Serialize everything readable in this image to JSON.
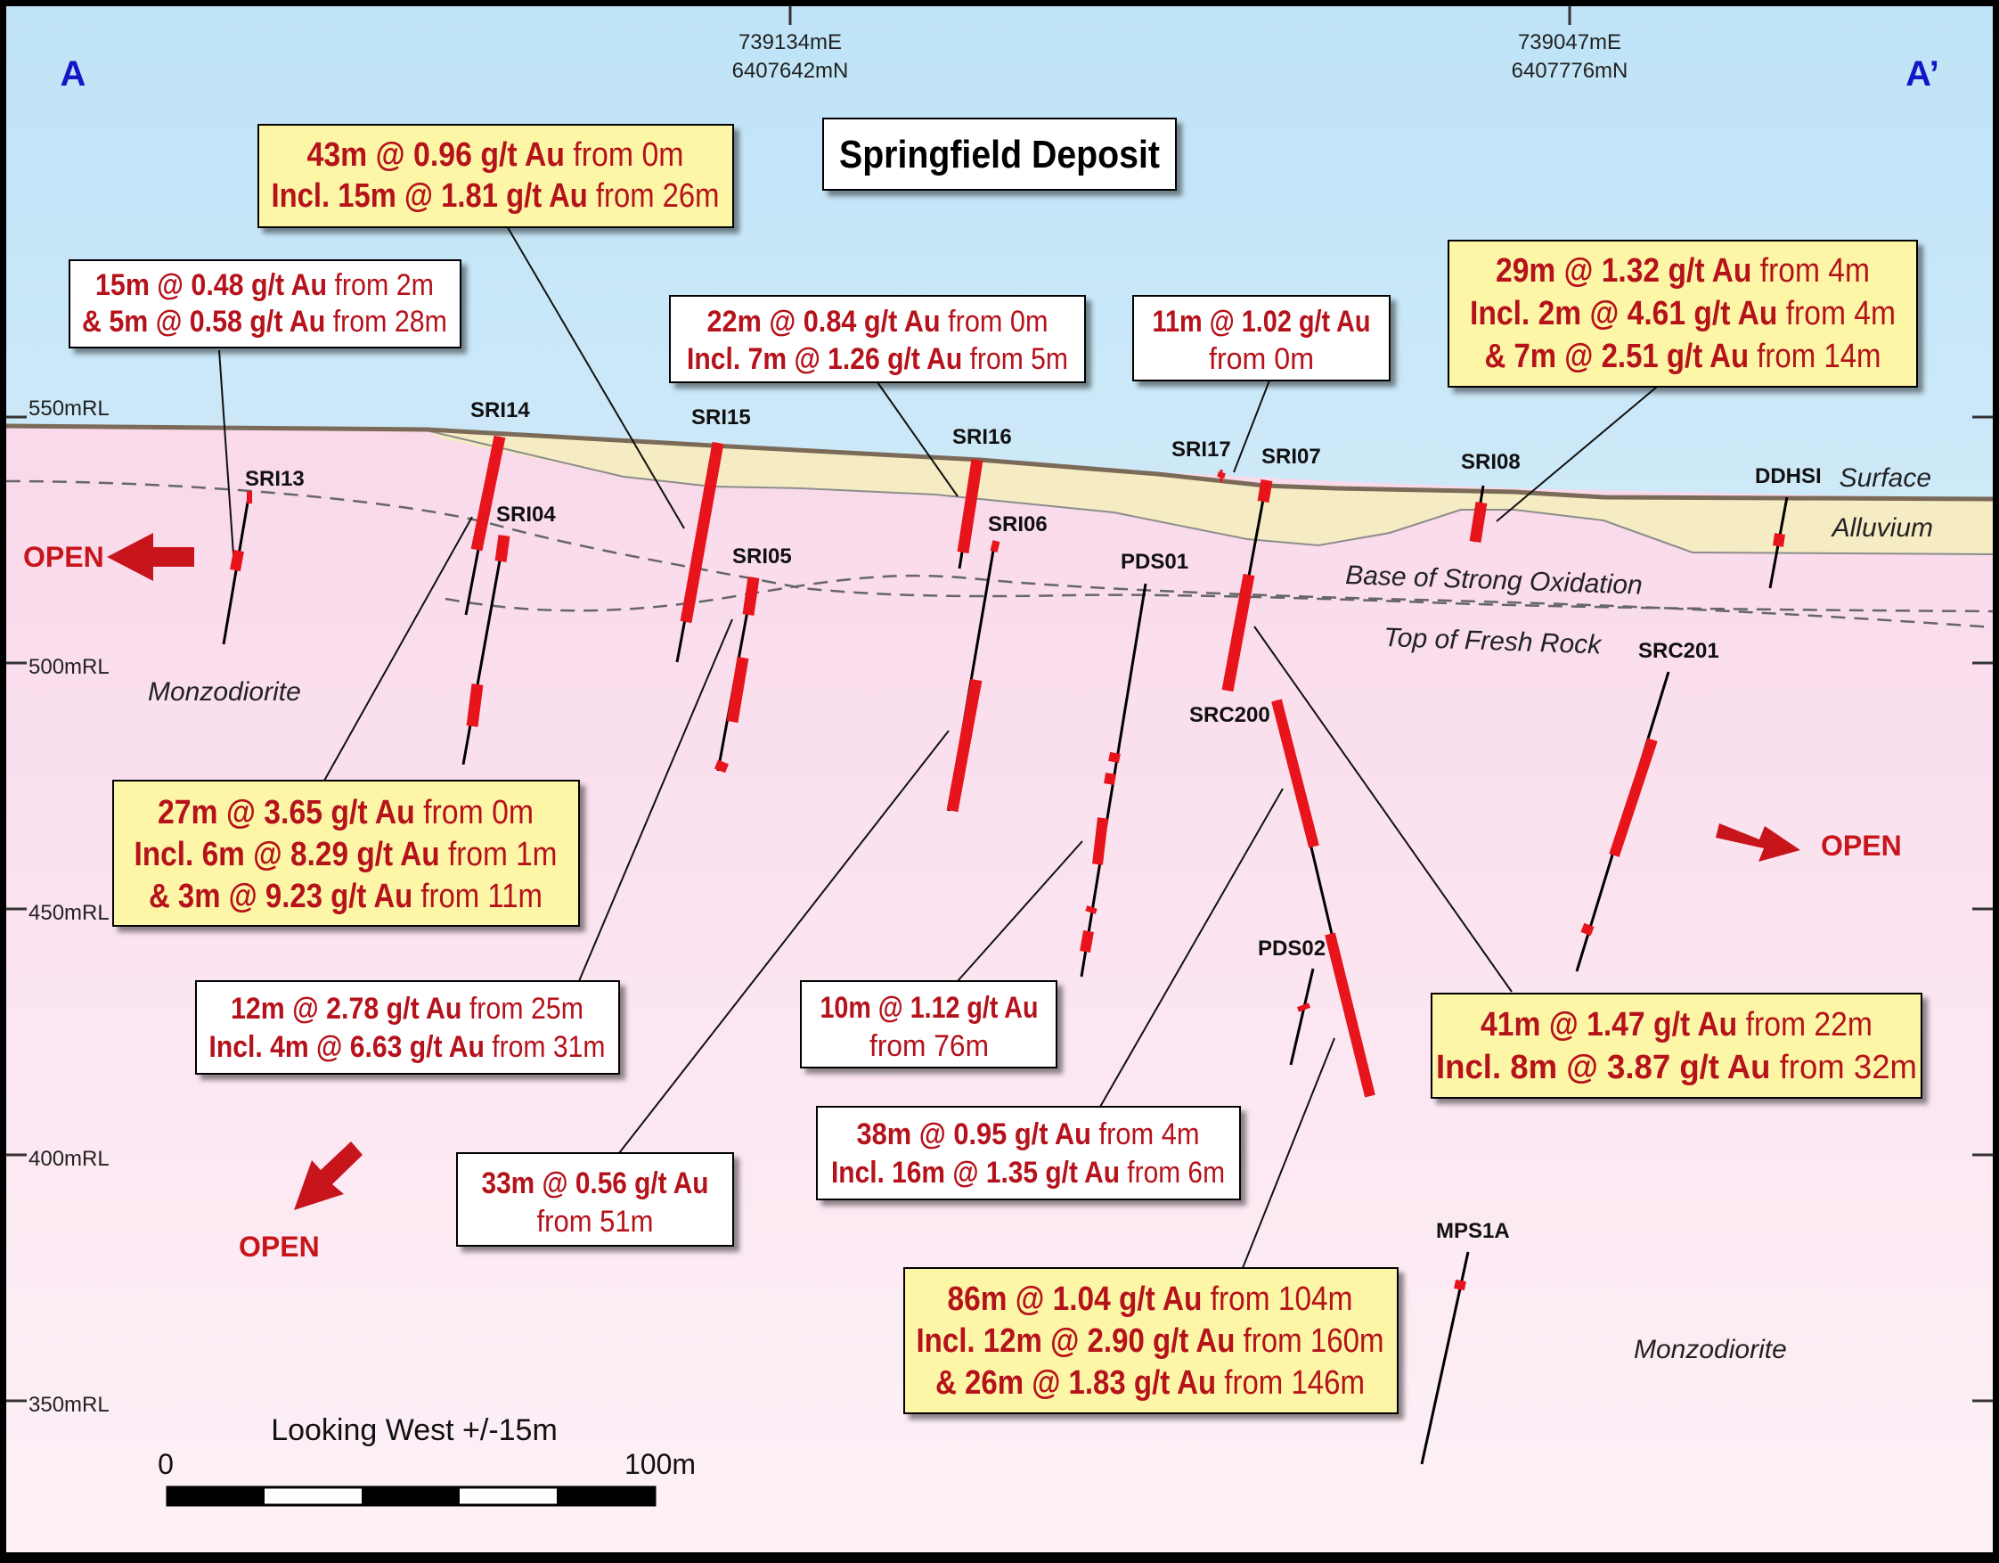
{
  "title": "Springfield Deposit",
  "section_ends": {
    "left": "A",
    "right": "A’"
  },
  "coordinates": [
    {
      "east": "739134mE",
      "north": "6407642mN"
    },
    {
      "east": "739047mE",
      "north": "6407776mN"
    }
  ],
  "rl_labels": [
    "550mRL",
    "500mRL",
    "450mRL",
    "400mRL",
    "350mRL"
  ],
  "geology_labels": {
    "surface": "Surface",
    "alluvium": "Alluvium",
    "base_oxidation": "Base of Strong Oxidation",
    "fresh_rock": "Top of Fresh Rock",
    "monzodiorite": "Monzodiorite"
  },
  "open_label": "OPEN",
  "holes": [
    "SRI13",
    "SRI14",
    "SRI04",
    "SRI15",
    "SRI05",
    "SRI16",
    "SRI06",
    "SRI17",
    "SRI07",
    "PDS01",
    "SRC200",
    "PDS02",
    "SRI08",
    "DDHSI",
    "SRC201",
    "MPS1A"
  ],
  "intercepts": {
    "i1": {
      "lines": [
        {
          "bold": "43m @ 0.96 g/t Au",
          "rest": " from 0m"
        },
        {
          "bold": "Incl. 15m @ 1.81 g/t Au",
          "rest": " from 26m"
        }
      ]
    },
    "i2": {
      "lines": [
        {
          "bold": "15m @ 0.48 g/t Au",
          "rest": " from 2m"
        },
        {
          "bold": "& 5m @ 0.58 g/t Au",
          "rest": " from 28m"
        }
      ]
    },
    "i3": {
      "lines": [
        {
          "bold": "22m @ 0.84 g/t Au",
          "rest": " from 0m"
        },
        {
          "bold": "Incl. 7m @ 1.26 g/t Au",
          "rest": " from 5m"
        }
      ]
    },
    "i4": {
      "lines": [
        {
          "bold": "11m @ 1.02 g/t Au",
          "rest": ""
        },
        {
          "bold": "",
          "rest": "from 0m"
        }
      ]
    },
    "i5": {
      "lines": [
        {
          "bold": "29m @ 1.32 g/t Au",
          "rest": " from 4m"
        },
        {
          "bold": "Incl. 2m @ 4.61 g/t Au",
          "rest": " from 4m"
        },
        {
          "bold": "& 7m @ 2.51 g/t Au",
          "rest": " from 14m"
        }
      ]
    },
    "i6": {
      "lines": [
        {
          "bold": "27m @ 3.65 g/t Au",
          "rest": " from 0m"
        },
        {
          "bold": "Incl. 6m @ 8.29 g/t Au",
          "rest": " from 1m"
        },
        {
          "bold": "& 3m @ 9.23 g/t Au",
          "rest": " from 11m"
        }
      ]
    },
    "i7": {
      "lines": [
        {
          "bold": "12m @ 2.78 g/t Au",
          "rest": " from 25m"
        },
        {
          "bold": "Incl. 4m @ 6.63 g/t Au",
          "rest": " from 31m"
        }
      ]
    },
    "i8": {
      "lines": [
        {
          "bold": "10m @ 1.12 g/t Au",
          "rest": ""
        },
        {
          "bold": "",
          "rest": "from 76m"
        }
      ]
    },
    "i9": {
      "lines": [
        {
          "bold": "41m @ 1.47 g/t Au",
          "rest": " from 22m"
        },
        {
          "bold": "Incl. 8m @ 3.87 g/t Au",
          "rest": " from 32m"
        }
      ]
    },
    "i10": {
      "lines": [
        {
          "bold": "38m @ 0.95 g/t Au",
          "rest": " from 4m"
        },
        {
          "bold": "Incl. 16m @ 1.35 g/t Au",
          "rest": " from 6m"
        }
      ]
    },
    "i11": {
      "lines": [
        {
          "bold": "33m @ 0.56 g/t Au",
          "rest": ""
        },
        {
          "bold": "",
          "rest": "from 51m"
        }
      ]
    },
    "i12": {
      "lines": [
        {
          "bold": "86m @ 1.04 g/t Au",
          "rest": " from 104m"
        },
        {
          "bold": "Incl. 12m @ 2.90 g/t Au",
          "rest": " from 160m"
        },
        {
          "bold": "& 26m @ 1.83 g/t Au",
          "rest": " from 146m"
        }
      ]
    }
  },
  "scale": {
    "caption": "Looking West +/-15m",
    "start": "0",
    "end": "100m"
  },
  "colors": {
    "grade": "#b5121b",
    "drill": "#e8141c",
    "callout_yellow": "#fdf6a6",
    "alluvium": "#f5ecc3"
  }
}
